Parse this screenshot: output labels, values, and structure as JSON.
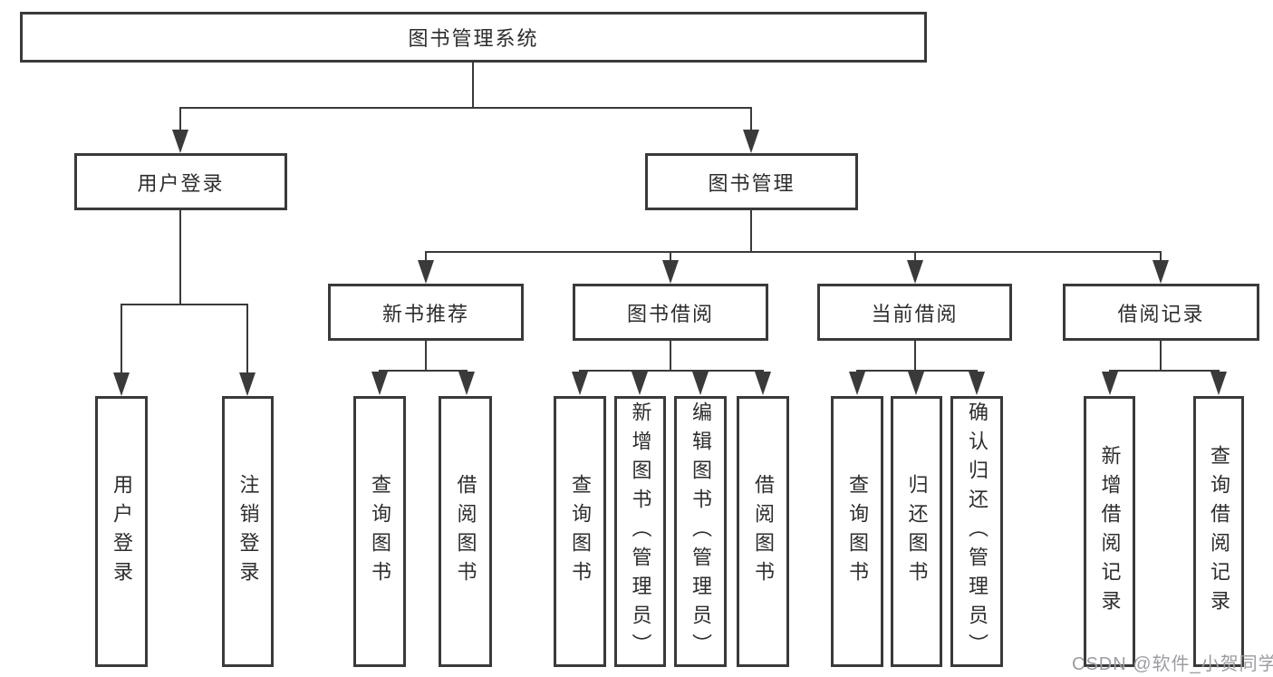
{
  "diagram": {
    "tree": {
      "root": {
        "label": "图书管理系统"
      },
      "branches": [
        {
          "label": "用户登录",
          "children": [
            {
              "label": "用户登录"
            },
            {
              "label": "注销登录"
            }
          ]
        },
        {
          "label": "图书管理",
          "children": [
            {
              "label": "新书推荐",
              "children": [
                {
                  "label": "查询图书"
                },
                {
                  "label": "借阅图书"
                }
              ]
            },
            {
              "label": "图书借阅",
              "children": [
                {
                  "label": "查询图书"
                },
                {
                  "label": "新增图书（管理员）"
                },
                {
                  "label": "编辑图书（管理员）"
                },
                {
                  "label": "借阅图书"
                }
              ]
            },
            {
              "label": "当前借阅",
              "children": [
                {
                  "label": "查询图书"
                },
                {
                  "label": "归还图书"
                },
                {
                  "label": "确认归还（管理员）"
                }
              ]
            },
            {
              "label": "借阅记录",
              "children": [
                {
                  "label": "新增借阅记录"
                },
                {
                  "label": "查询借阅记录"
                }
              ]
            }
          ]
        }
      ]
    },
    "colors": {
      "line": "#3a3a3a",
      "text": "#2d2d2d",
      "background": "#ffffff"
    },
    "watermark": {
      "text": "CSDN @软件_小贺同学"
    }
  }
}
